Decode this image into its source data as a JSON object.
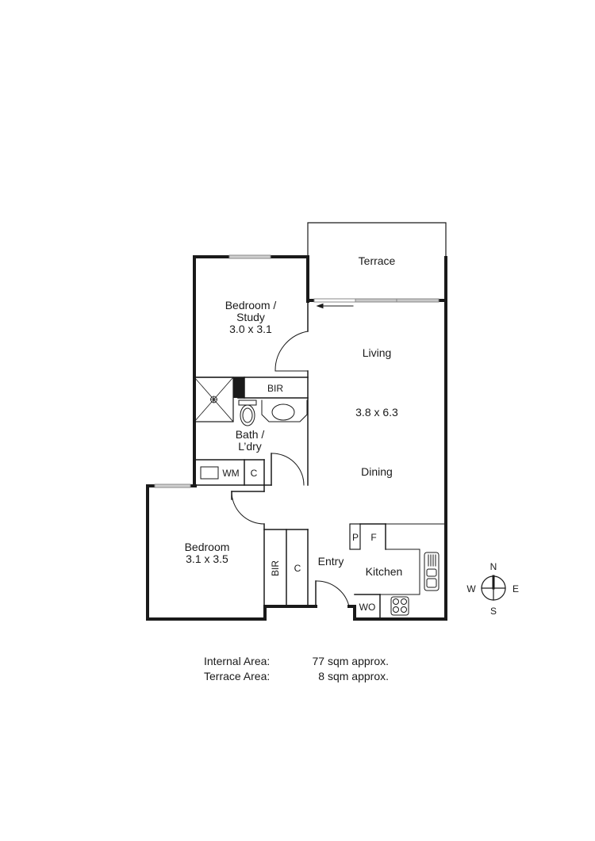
{
  "floorplan": {
    "rooms": {
      "terrace": {
        "name": "Terrace"
      },
      "bedroom_study": {
        "name_line1": "Bedroom /",
        "name_line2": "Study",
        "size": "3.0 x 3.1"
      },
      "living": {
        "name": "Living",
        "size": "3.8 x 6.3"
      },
      "dining": {
        "name": "Dining"
      },
      "bath_laundry": {
        "name_line1": "Bath /",
        "name_line2": "L’dry"
      },
      "bedroom": {
        "name": "Bedroom",
        "size": "3.1 x 3.5"
      },
      "entry": {
        "name": "Entry"
      },
      "kitchen": {
        "name": "Kitchen"
      }
    },
    "fixtures": {
      "bir_study": "BIR",
      "bir_bedroom": "BIR",
      "wm": "WM",
      "cupboard_bath": "C",
      "cupboard_entry": "C",
      "pantry": "P",
      "fridge": "F",
      "wall_oven": "WO"
    },
    "compass": {
      "n": "N",
      "s": "S",
      "e": "E",
      "w": "W"
    },
    "colors": {
      "wall": "#1a1a1a",
      "window": "#9a9a9a",
      "line": "#333333"
    }
  },
  "areas": [
    {
      "label": "Internal Area:",
      "value": "77 sqm approx."
    },
    {
      "label": "Terrace Area:",
      "value": "8 sqm approx."
    }
  ]
}
